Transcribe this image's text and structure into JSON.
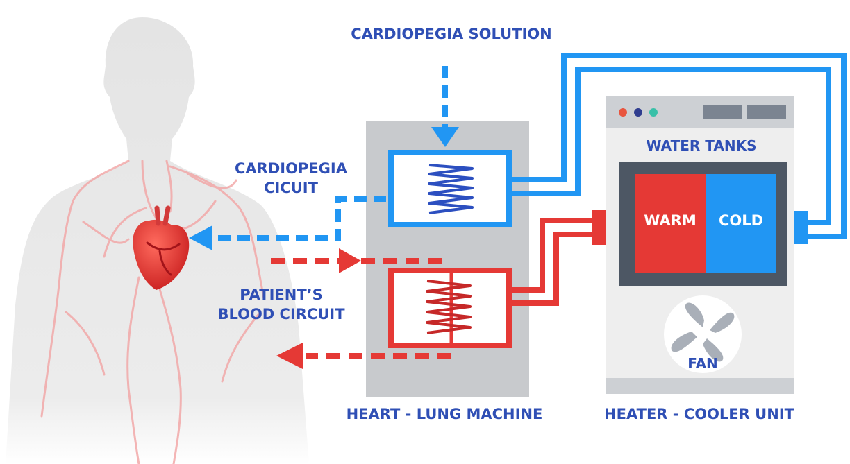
{
  "labels": {
    "cardioplegia_solution": "CARDIOPEGIA SOLUTION",
    "cardioplegia_circuit_line1": "CARDIOPEGIA",
    "cardioplegia_circuit_line2": "CICUIT",
    "patient_circuit_line1": "PATIENT’S",
    "patient_circuit_line2": "BLOOD CIRCUIT",
    "heart_lung_machine": "HEART - LUNG MACHINE",
    "heater_cooler_unit": "HEATER - COOLER UNIT",
    "water_tanks": "WATER TANKS",
    "warm": "WARM",
    "cold": "COLD",
    "fan": "FAN"
  },
  "colors": {
    "label_blue": "#2f4fb5",
    "circuit_blue": "#2196f3",
    "circuit_red": "#e53935",
    "machine_gray": "#c8cacd",
    "heater_body": "#eeeeee",
    "tank_frame": "#4d5764",
    "indicator_dots": [
      "#e8553f",
      "#2f3d8f",
      "#38c0a8"
    ]
  },
  "icons": [
    "heart-icon",
    "fan-icon",
    "body-silhouette"
  ]
}
